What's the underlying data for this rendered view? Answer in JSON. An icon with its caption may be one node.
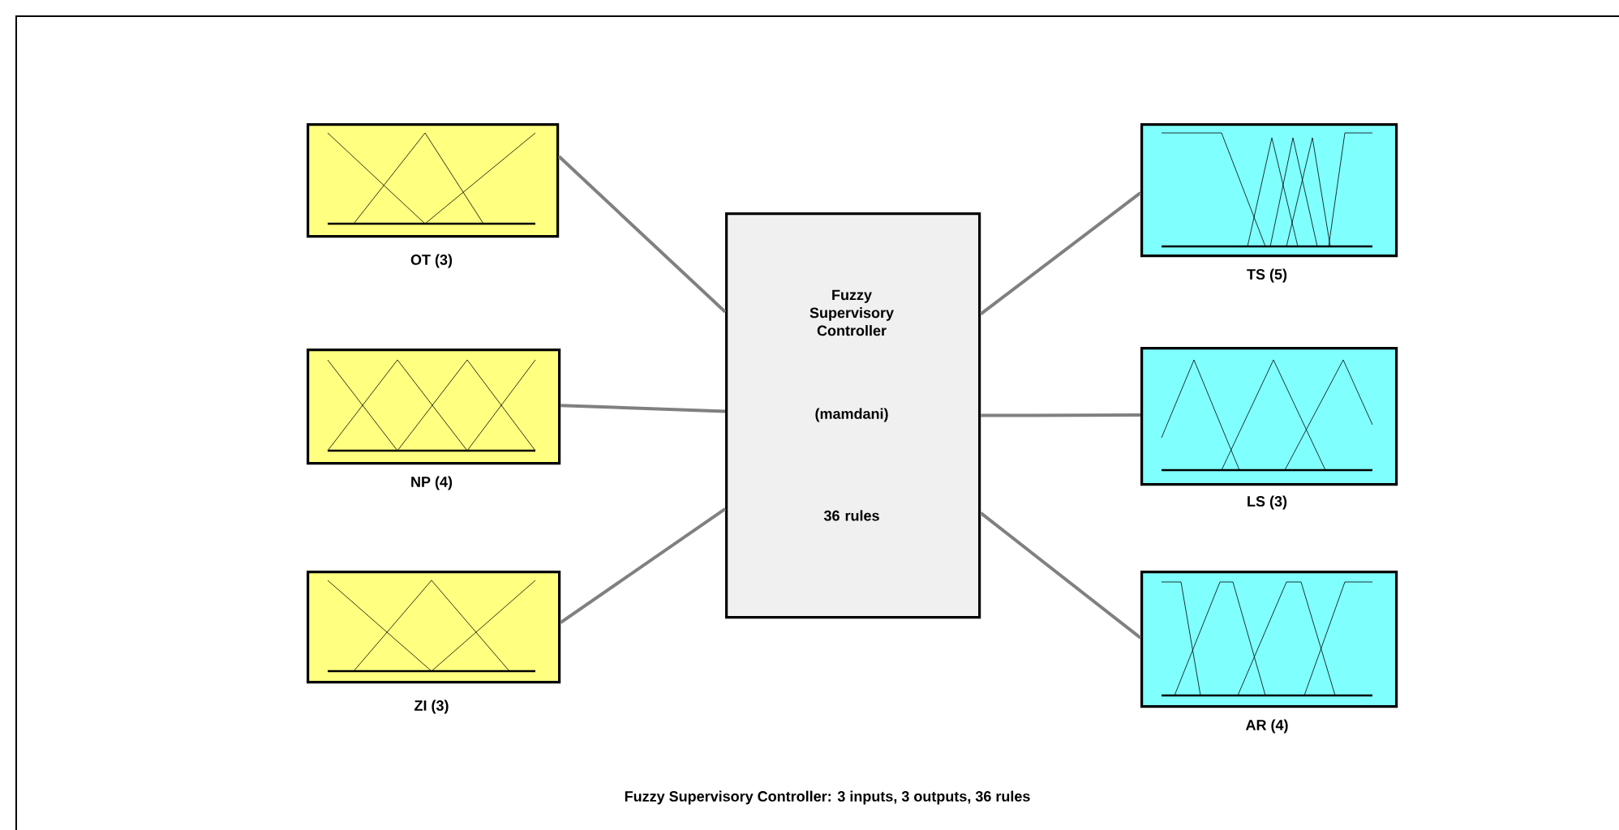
{
  "diagram": {
    "caption": "Fuzzy Supervisory Controller: 3 inputs, 3 outputs, 36 rules",
    "nodes": [
      {
        "text": [
          "OT (3)"
        ]
      },
      {
        "text": [
          "NP (4)"
        ]
      },
      {
        "text": [
          "ZI (3)"
        ]
      },
      {
        "text": [
          "Fuzzy Supervisory Controller",
          "(mamdani)",
          "36 rules"
        ]
      },
      {
        "text": [
          "TS (5)"
        ]
      },
      {
        "text": [
          "LS (3)"
        ]
      },
      {
        "text": [
          "AR (4)"
        ]
      }
    ],
    "edges": [
      {
        "from": 0,
        "to": 3,
        "arrow": "none"
      },
      {
        "from": 1,
        "to": 3,
        "arrow": "none"
      },
      {
        "from": 2,
        "to": 3,
        "arrow": "none"
      },
      {
        "from": 3,
        "to": 4,
        "arrow": "none"
      },
      {
        "from": 3,
        "to": 5,
        "arrow": "none"
      },
      {
        "from": 3,
        "to": 6,
        "arrow": "none"
      }
    ]
  }
}
